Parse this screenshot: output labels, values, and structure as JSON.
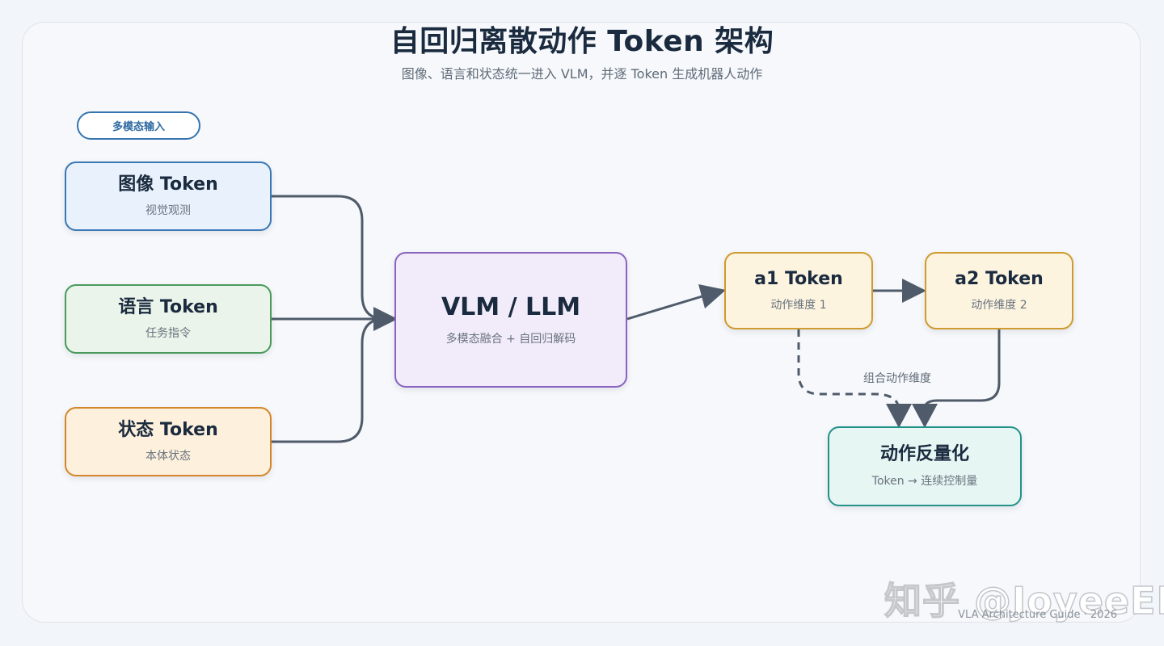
{
  "title": "自回归离散动作 Token 架构",
  "subtitle": "图像、语言和状态统一进入 VLM，并逐 Token 生成机器人动作",
  "input_group_label": "多模态输入",
  "nodes": {
    "image": {
      "title": "图像 Token",
      "sub": "视觉观测"
    },
    "language": {
      "title": "语言 Token",
      "sub": "任务指令"
    },
    "state": {
      "title": "状态 Token",
      "sub": "本体状态"
    },
    "vlm": {
      "title": "VLM / LLM",
      "sub": "多模态融合 + 自回归解码"
    },
    "a1": {
      "title": "a1 Token",
      "sub": "动作维度 1"
    },
    "a2": {
      "title": "a2 Token",
      "sub": "动作维度 2"
    },
    "dequant": {
      "title": "动作反量化",
      "sub": "Token → 连续控制量"
    }
  },
  "edge_label": "组合动作维度",
  "watermark": "知乎 @JoyeeEE",
  "footer": "VLA Architecture Guide  ·  2026",
  "colors": {
    "edge": "#4f5b6a",
    "image_border": "#3a78b5",
    "language_border": "#4a9a5c",
    "state_border": "#d4862c",
    "vlm_border": "#8a62c0",
    "action_border": "#cf9a2e",
    "dequant_border": "#22918a"
  }
}
